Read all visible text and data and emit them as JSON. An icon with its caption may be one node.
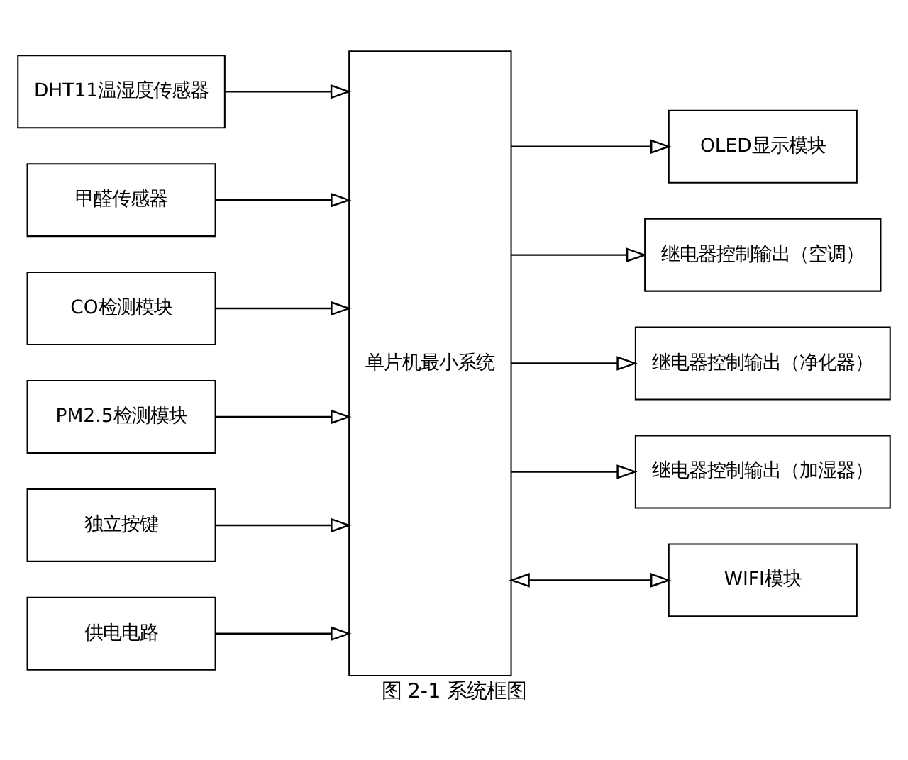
{
  "diagram": {
    "caption": "图 2-1 系统框图",
    "nodes": [
      {
        "text": [
          "DHT11温湿度传感器"
        ]
      },
      {
        "text": [
          "甲醛传感器"
        ]
      },
      {
        "text": [
          "CO检测模块"
        ]
      },
      {
        "text": [
          "PM2.5检测模块"
        ]
      },
      {
        "text": [
          "独立按键"
        ]
      },
      {
        "text": [
          "供电电路"
        ]
      },
      {
        "text": [
          "单片机最小系统"
        ]
      },
      {
        "text": [
          "OLED显示模块"
        ]
      },
      {
        "text": [
          "继电器控制输出（空调）"
        ]
      },
      {
        "text": [
          "继电器控制输出（净化器）"
        ]
      },
      {
        "text": [
          "继电器控制输出（加湿器）"
        ]
      },
      {
        "text": [
          "WIFI模块"
        ]
      }
    ],
    "edges": [
      {
        "from": 0,
        "to": 6,
        "arrow": "to"
      },
      {
        "from": 1,
        "to": 6,
        "arrow": "to"
      },
      {
        "from": 2,
        "to": 6,
        "arrow": "to"
      },
      {
        "from": 3,
        "to": 6,
        "arrow": "to"
      },
      {
        "from": 4,
        "to": 6,
        "arrow": "to"
      },
      {
        "from": 5,
        "to": 6,
        "arrow": "to"
      },
      {
        "from": 6,
        "to": 7,
        "arrow": "to"
      },
      {
        "from": 6,
        "to": 8,
        "arrow": "to"
      },
      {
        "from": 6,
        "to": 9,
        "arrow": "to"
      },
      {
        "from": 6,
        "to": 10,
        "arrow": "to"
      },
      {
        "from": 6,
        "to": 11,
        "arrow": "both"
      }
    ]
  }
}
